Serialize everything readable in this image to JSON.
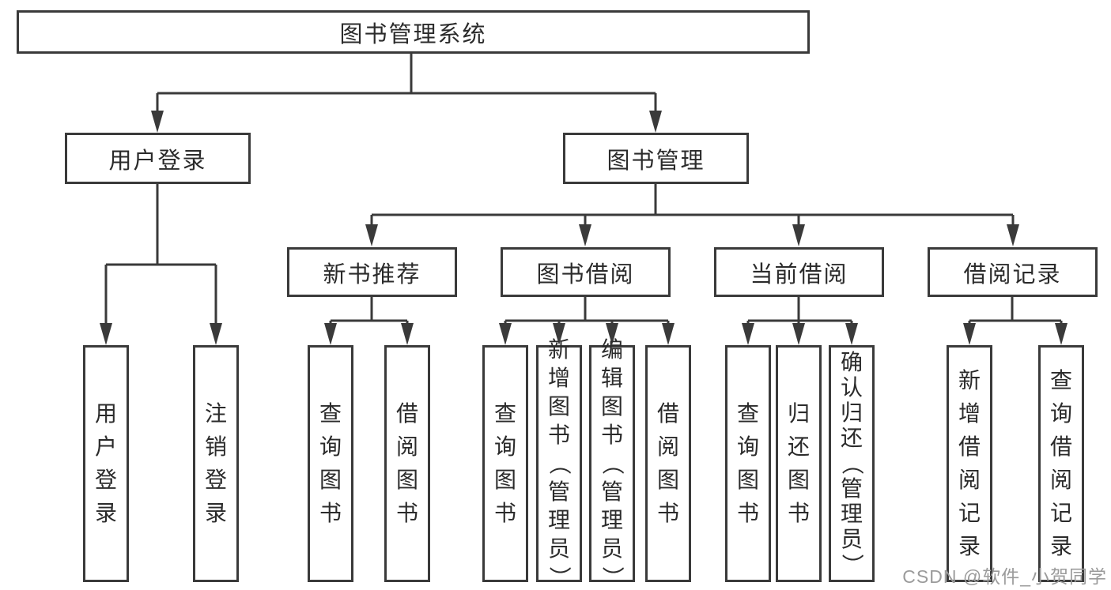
{
  "diagram": {
    "root": {
      "label": "图书管理系统"
    },
    "branches": [
      {
        "label": "用户登录",
        "leaves": [
          {
            "label": "用户登录"
          },
          {
            "label": "注销登录"
          }
        ]
      },
      {
        "label": "图书管理",
        "groups": [
          {
            "label": "新书推荐",
            "leaves": [
              {
                "label": "查询图书"
              },
              {
                "label": "借阅图书"
              }
            ]
          },
          {
            "label": "图书借阅",
            "leaves": [
              {
                "label": "查询图书"
              },
              {
                "label": "新增图书（管理员）"
              },
              {
                "label": "编辑图书（管理员）"
              },
              {
                "label": "借阅图书"
              }
            ]
          },
          {
            "label": "当前借阅",
            "leaves": [
              {
                "label": "查询图书"
              },
              {
                "label": "归还图书"
              },
              {
                "label": "确认归还（管理员）"
              }
            ]
          },
          {
            "label": "借阅记录",
            "leaves": [
              {
                "label": "新增借阅记录"
              },
              {
                "label": "查询借阅记录"
              }
            ]
          }
        ]
      }
    ]
  },
  "watermark": {
    "text": "CSDN @软件_小贺同学"
  },
  "colors": {
    "line": "#3a3a3a",
    "text": "#2b2b2b",
    "watermark_text": "#9b9b9b",
    "background": "#ffffff"
  }
}
